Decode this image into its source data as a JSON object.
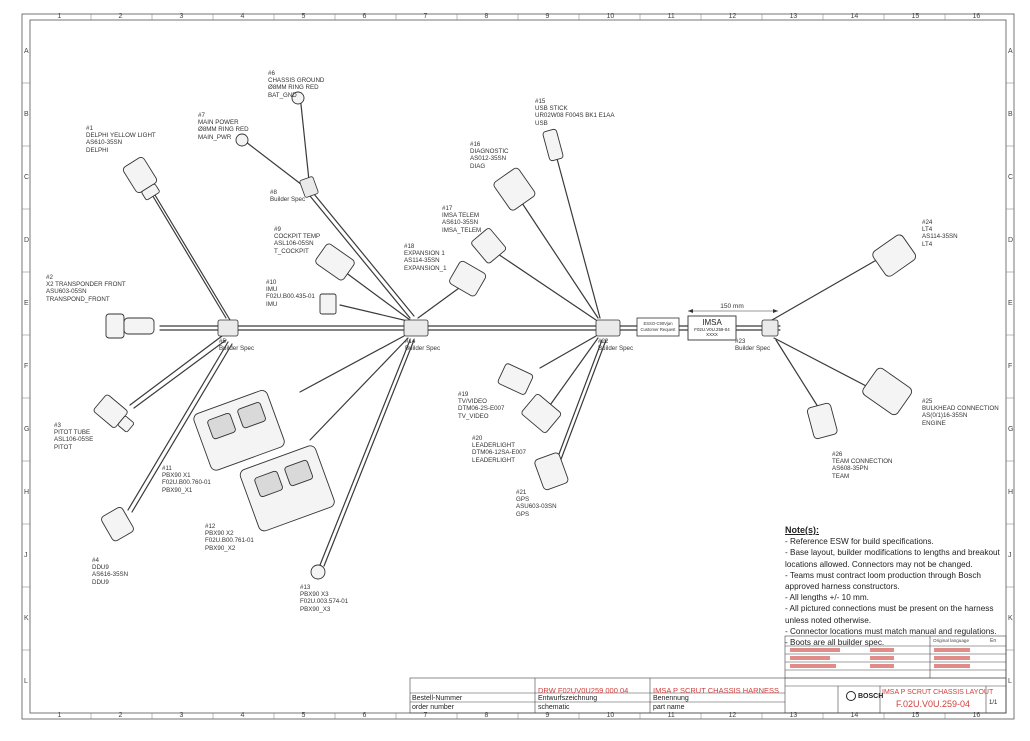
{
  "grid": {
    "columns": [
      "1",
      "2",
      "3",
      "4",
      "5",
      "6",
      "7",
      "8",
      "9",
      "10",
      "11",
      "12",
      "13",
      "14",
      "15",
      "16"
    ],
    "rows": [
      "A",
      "B",
      "C",
      "D",
      "E",
      "F",
      "G",
      "H",
      "J",
      "K",
      "L"
    ]
  },
  "connectors": [
    {
      "id": "c1",
      "lines": [
        "#1",
        "DELPHI YELLOW LIGHT",
        "AS610-35SN",
        "DELPHI"
      ]
    },
    {
      "id": "c2",
      "lines": [
        "#2",
        "X2 TRANSPONDER FRONT",
        "ASU603-05SN",
        "TRANSPOND_FRONT"
      ]
    },
    {
      "id": "c3",
      "lines": [
        "#3",
        "PITOT TUBE",
        "ASL106-05SE",
        "PITOT"
      ]
    },
    {
      "id": "c4",
      "lines": [
        "#4",
        "DDU9",
        "AS616-35SN",
        "DDU9"
      ]
    },
    {
      "id": "c6",
      "lines": [
        "#6",
        "CHASSIS GROUND",
        "Ø8MM RING RED",
        "BAT_GND"
      ]
    },
    {
      "id": "c7",
      "lines": [
        "#7",
        "MAIN POWER",
        "Ø8MM RING RED",
        "MAIN_PWR"
      ]
    },
    {
      "id": "c9",
      "lines": [
        "#9",
        "COCKPIT TEMP",
        "ASL106-05SN",
        "T_COCKPIT"
      ]
    },
    {
      "id": "c10",
      "lines": [
        "#10",
        "IMU",
        "F02U.B00.435-01",
        "IMU"
      ]
    },
    {
      "id": "c11",
      "lines": [
        "#11",
        "PBX90 X1",
        "F02U.B00.760-01",
        "PBX90_X1"
      ]
    },
    {
      "id": "c12",
      "lines": [
        "#12",
        "PBX90 X2",
        "F02U.B00.761-01",
        "PBX90_X2"
      ]
    },
    {
      "id": "c13",
      "lines": [
        "#13",
        "PBX90 X3",
        "F02U.003.574-01",
        "PBX90_X3"
      ]
    },
    {
      "id": "c15",
      "lines": [
        "#15",
        "USB STICK",
        "UR02W08 F004S BK1 E1AA",
        "USB"
      ]
    },
    {
      "id": "c16",
      "lines": [
        "#16",
        "DIAGNOSTIC",
        "AS012-35SN",
        "DIAG"
      ]
    },
    {
      "id": "c17",
      "lines": [
        "#17",
        "IMSA TELEM",
        "AS610-35SN",
        "IMSA_TELEM"
      ]
    },
    {
      "id": "c18",
      "lines": [
        "#18",
        "EXPANSION 1",
        "AS114-35SN",
        "EXPANSION_1"
      ]
    },
    {
      "id": "c19",
      "lines": [
        "#19",
        "TV/VIDEO",
        "DTM06-2S-E007",
        "TV_VIDEO"
      ]
    },
    {
      "id": "c20",
      "lines": [
        "#20",
        "LEADERLIGHT",
        "DTM06-12SA-E007",
        "LEADERLIGHT"
      ]
    },
    {
      "id": "c21",
      "lines": [
        "#21",
        "GPS",
        "ASU603-03SN",
        "GPS"
      ]
    },
    {
      "id": "c24",
      "lines": [
        "#24",
        "LT4",
        "AS114-35SN",
        "LT4"
      ]
    },
    {
      "id": "c25",
      "lines": [
        "#25",
        "BULKHEAD CONNECTION",
        "AS(0/1)16-35SN",
        "ENGINE"
      ]
    },
    {
      "id": "c26",
      "lines": [
        "#26",
        "TEAM CONNECTION",
        "AS608-35PN",
        "TEAM"
      ]
    }
  ],
  "splices": [
    {
      "id": "s5",
      "lines": [
        "#5",
        "Builder Spec"
      ]
    },
    {
      "id": "s8",
      "lines": [
        "#8",
        "Builder Spec"
      ]
    },
    {
      "id": "s14",
      "lines": [
        "#14",
        "Builder Spec"
      ]
    },
    {
      "id": "s22",
      "lines": [
        "#22",
        "Builder Spec"
      ]
    },
    {
      "id": "s23",
      "lines": [
        "#23",
        "Builder Spec"
      ]
    }
  ],
  "modules": {
    "imsa": {
      "title": "IMSA",
      "part": "F02U.V0U.259-04",
      "sub": "XXXX"
    },
    "request": {
      "line1": "ESSO-C90Vjan",
      "line2": "Customer Request"
    },
    "dimension": "150 mm"
  },
  "notes": {
    "title": "Note(s):",
    "items": [
      "- Reference ESW for build specifications.",
      "- Base layout, builder modifications to lengths and breakout locations allowed. Connectors may not be changed.",
      "- Teams must contract loom production through Bosch approved harness constructors.",
      "- All lengths +/- 10 mm.",
      "- All pictured connections must be present on the harness unless noted otherwise.",
      "- Connector locations must match manual and regulations.",
      "- Boots are all builder spec."
    ]
  },
  "title_block": {
    "order_label_de": "Bestell-Nummer",
    "order_label_en": "order number",
    "drawing_number": "DRW F02UV0U259 000 04",
    "type_label_de": "Entwurfszeichnung",
    "type_label_en": "schematic",
    "name_label_de": "Benennung",
    "name_label_en": "part name",
    "part_name": "IMSA P SCRUT CHASSIS HARNESS",
    "layout_name": "IMSA P SCRUT CHASSIS LAYOUT",
    "part_number": "F.02U.V0U.259-04",
    "brand": "BOSCH",
    "sheet": "1/1",
    "language_label": "Original language",
    "language_code": "En"
  },
  "colors": {
    "line": "#3a3a3a",
    "red_text": "#d0403c",
    "connector_fill": "#f4f4f4"
  }
}
